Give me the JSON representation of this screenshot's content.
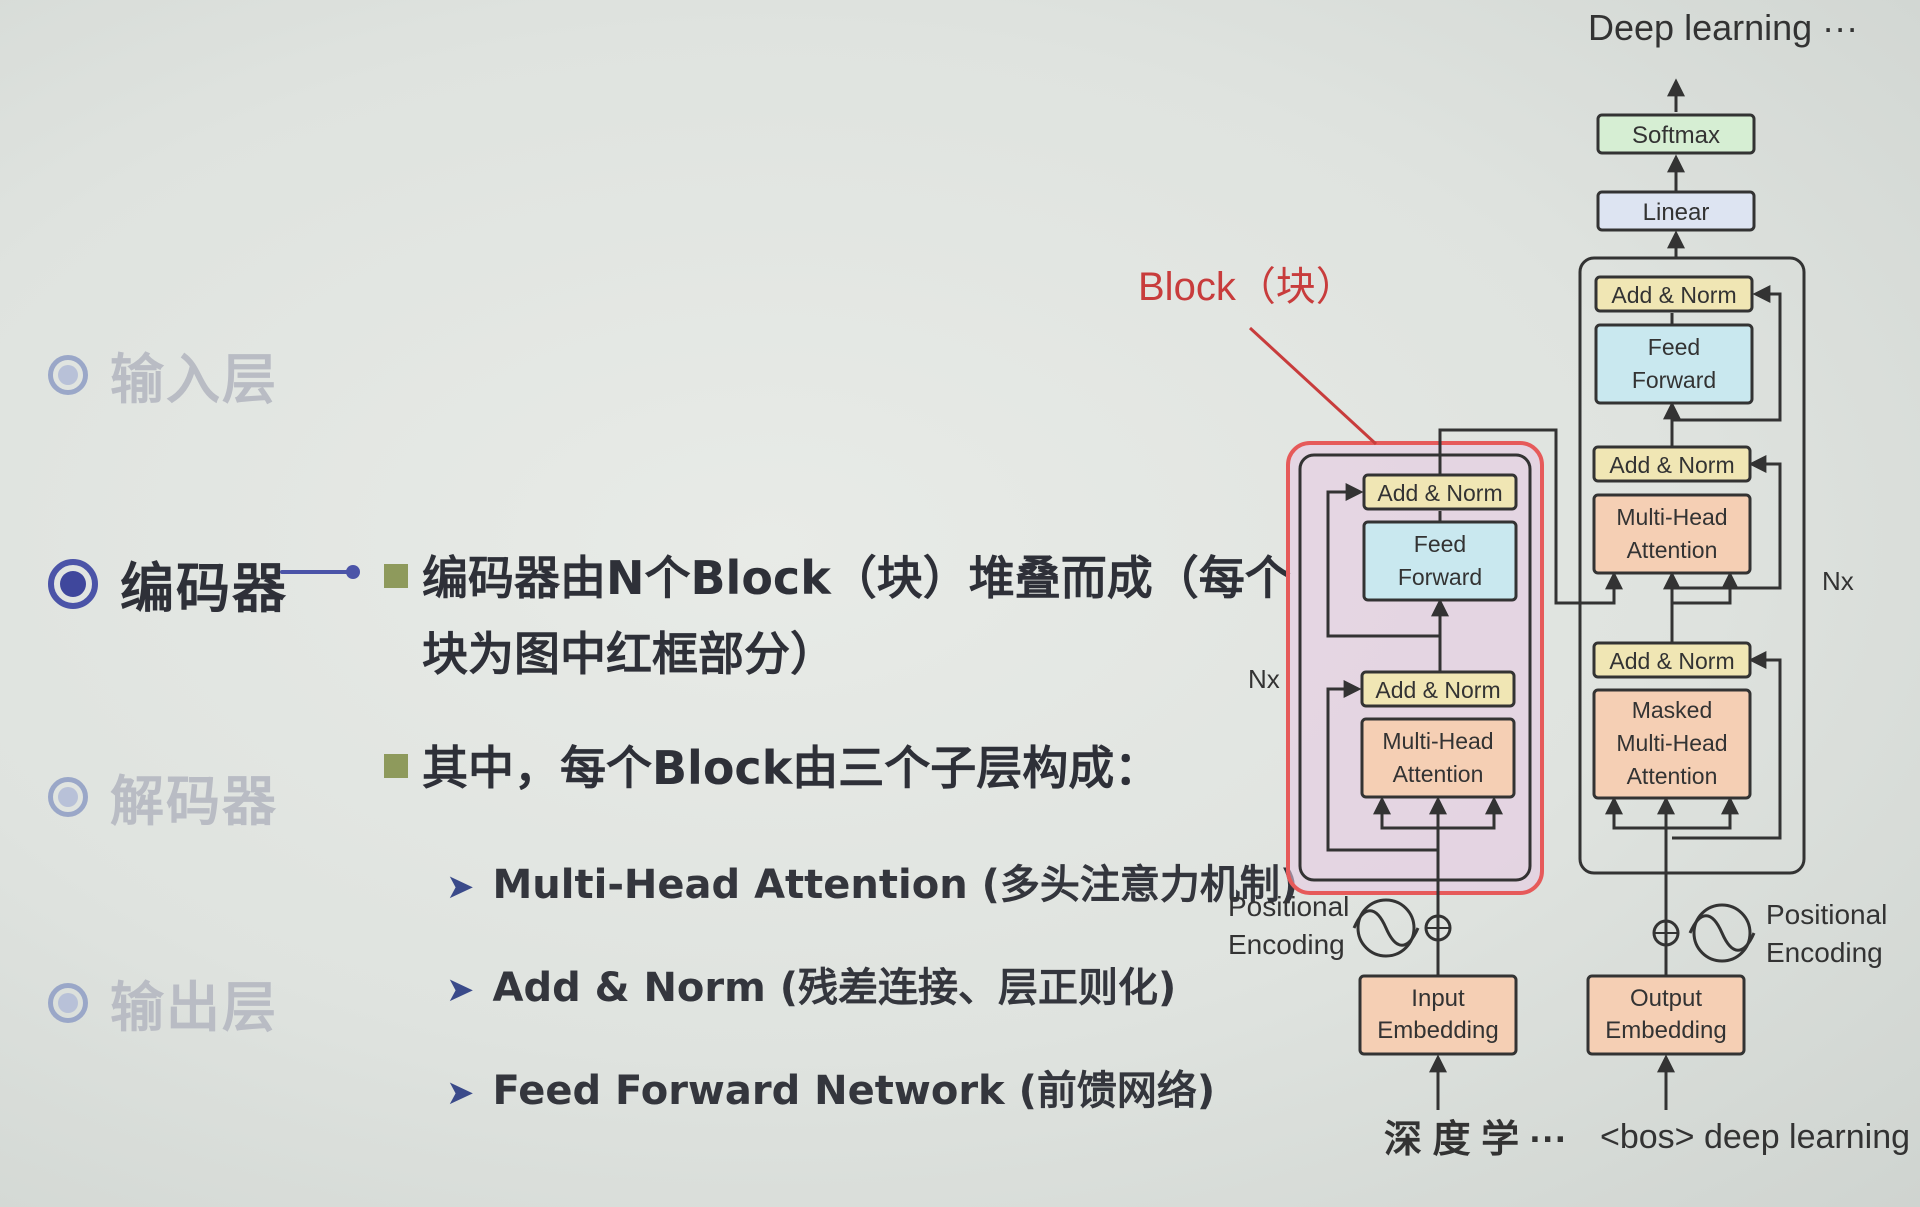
{
  "nav": {
    "items": [
      {
        "label": "输入层"
      },
      {
        "label": "编码器"
      },
      {
        "label": "解码器"
      },
      {
        "label": "输出层"
      }
    ]
  },
  "content": {
    "bullet1": "编码器由N个Block（块）堆叠而成（每个",
    "bullet1_cont": "块为图中红框部分）",
    "bullet2": "其中，每个Block由三个子层构成：",
    "subs": [
      "Multi-Head Attention (多头注意力机制)",
      "Add & Norm (残差连接、层正则化)",
      "Feed Forward Network (前馈网络)"
    ]
  },
  "diagram": {
    "output_text": "Deep learning  ···",
    "softmax": "Softmax",
    "linear": "Linear",
    "add_norm": "Add & Norm",
    "feed": "Feed",
    "forward": "Forward",
    "multi_head": "Multi-Head",
    "attention": "Attention",
    "masked": "Masked",
    "block_label": "Block（块）",
    "nx": "Nx",
    "positional": "Positional",
    "encoding": "Encoding",
    "input": "Input",
    "output": "Output",
    "embedding": "Embedding",
    "enc_input": "深 度 学 ···",
    "dec_input": "<bos> deep  learning ···",
    "colors": {
      "add_norm": "#f0e6b4",
      "feed_forward": "#c9e8ef",
      "attention": "#f5cfb4",
      "linear": "#dde4f2",
      "softmax": "#d6eed3",
      "block_highlight": "#e65a5a"
    }
  }
}
